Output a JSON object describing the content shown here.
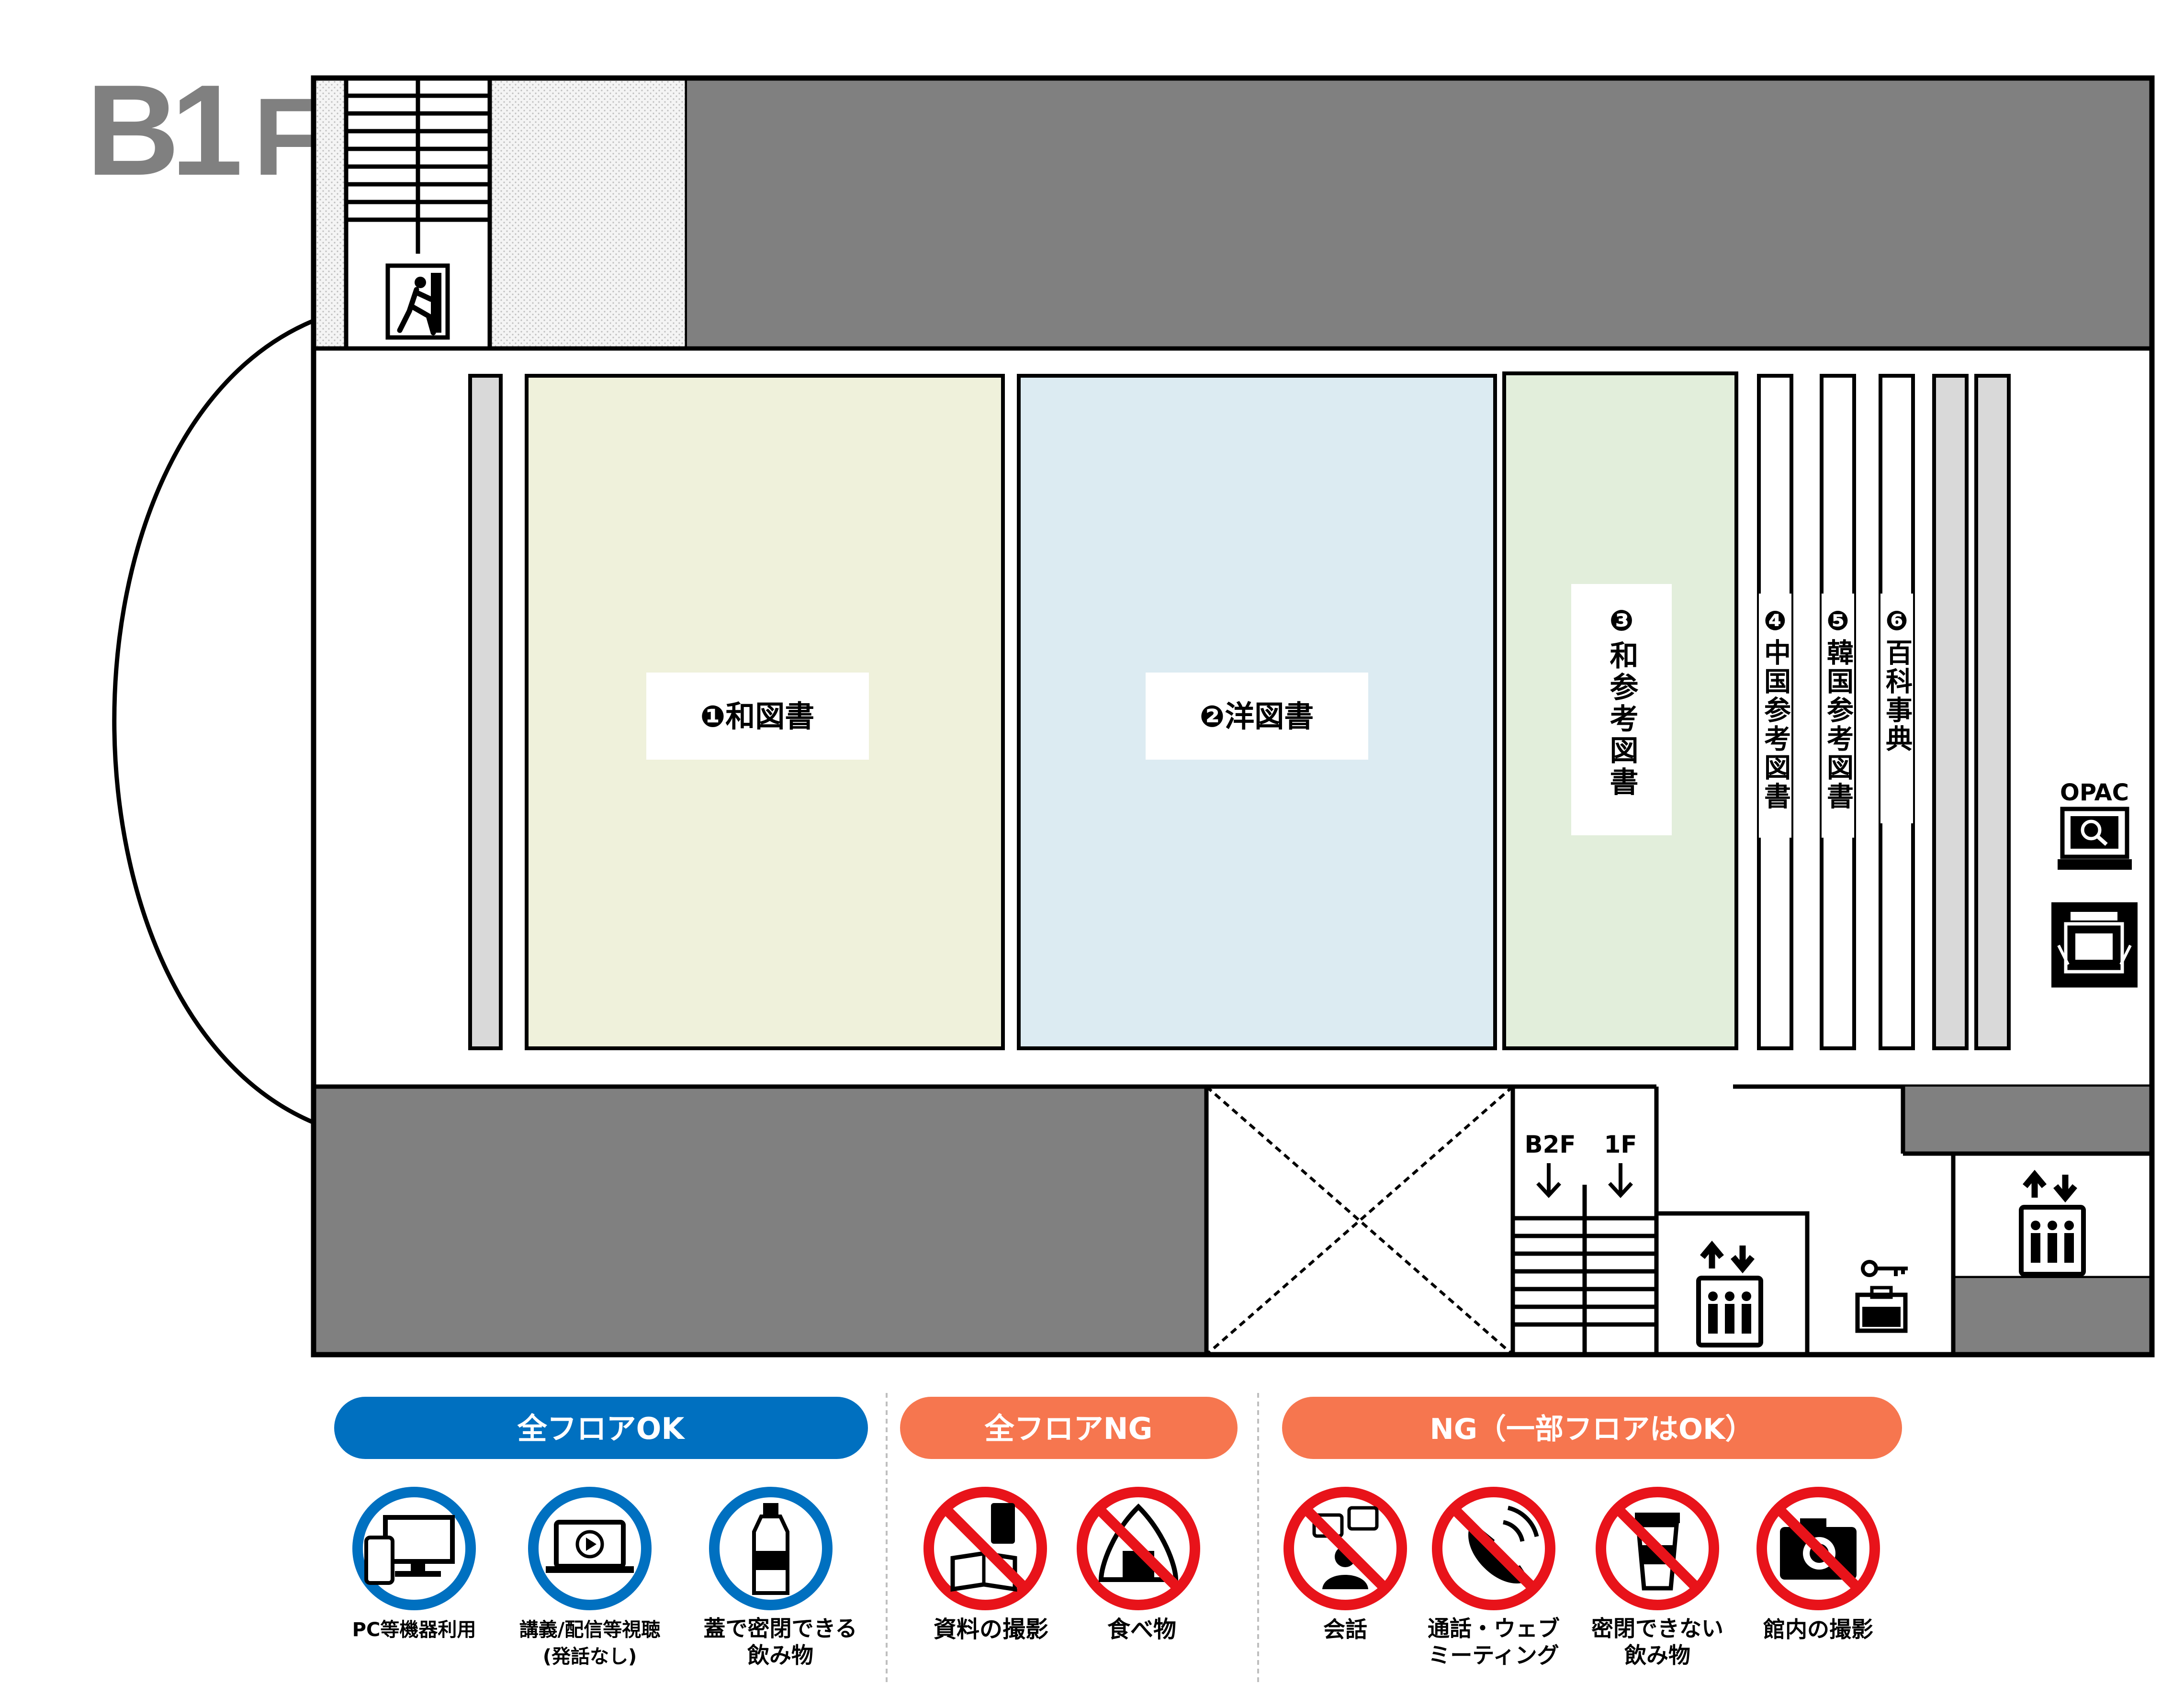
{
  "floor": {
    "label_big": "B1",
    "label_small": "F"
  },
  "areas": {
    "japanese_books": "❶和図書",
    "western_books": "❷洋図書",
    "japanese_reference": "❸和参考図書",
    "chinese_reference": "❹中国参考図書",
    "korean_reference": "❺韓国参考図書",
    "encyclopedias": "❻百科事典"
  },
  "facilities": {
    "opac": "OPAC",
    "stairs_down": "B2F",
    "stairs_up": "1F"
  },
  "legend": {
    "ok_all": "全フロアOK",
    "ng_all": "全フロアNG",
    "ng_partial": "NG（一部フロアはOK）",
    "items_ok": [
      "PC等機器利用",
      "講義/配信等視聴\n(発話なし)",
      "蓋で密閉できる\n飲み物"
    ],
    "items_ng": [
      "資料の撮影",
      "食べ物"
    ],
    "items_partial": [
      "会話",
      "通話・ウェブ\nミーティング",
      "密閉できない\n飲み物",
      "館内の撮影"
    ]
  },
  "colors": {
    "wall": "#000000",
    "blocked": "#808080",
    "shelf": "#d9d9d9",
    "japanese_books": "#eff1db",
    "western_books": "#dcebf2",
    "japanese_reference": "#e2eedb",
    "ok_blue": "#0070c0",
    "ng_orange": "#f6764f",
    "prohibit_red": "#e8131a"
  },
  "icons": [
    "emergency-exit-icon",
    "opac-terminal-icon",
    "copier-icon",
    "elevator-icon",
    "locker-icon"
  ]
}
